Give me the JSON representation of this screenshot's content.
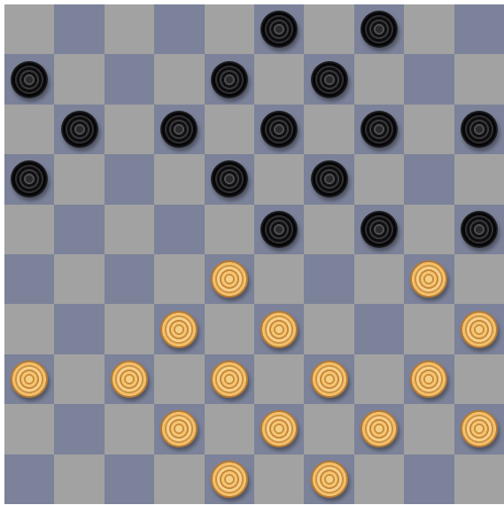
{
  "game": "draughts",
  "board": {
    "size": 10,
    "light_color": "#a2a2a2",
    "dark_color": "#7b8299"
  },
  "piece_colors": {
    "black": "#111113",
    "white": "#f4c573"
  },
  "pieces": [
    {
      "color": "black",
      "row": 0,
      "col": 5
    },
    {
      "color": "black",
      "row": 0,
      "col": 7
    },
    {
      "color": "black",
      "row": 1,
      "col": 0
    },
    {
      "color": "black",
      "row": 1,
      "col": 4
    },
    {
      "color": "black",
      "row": 1,
      "col": 6
    },
    {
      "color": "black",
      "row": 2,
      "col": 1
    },
    {
      "color": "black",
      "row": 2,
      "col": 3
    },
    {
      "color": "black",
      "row": 2,
      "col": 5
    },
    {
      "color": "black",
      "row": 2,
      "col": 7
    },
    {
      "color": "black",
      "row": 2,
      "col": 9
    },
    {
      "color": "black",
      "row": 3,
      "col": 0
    },
    {
      "color": "black",
      "row": 3,
      "col": 4
    },
    {
      "color": "black",
      "row": 3,
      "col": 6
    },
    {
      "color": "black",
      "row": 4,
      "col": 5
    },
    {
      "color": "black",
      "row": 4,
      "col": 7
    },
    {
      "color": "black",
      "row": 4,
      "col": 9
    },
    {
      "color": "white",
      "row": 5,
      "col": 4
    },
    {
      "color": "white",
      "row": 5,
      "col": 8
    },
    {
      "color": "white",
      "row": 6,
      "col": 3
    },
    {
      "color": "white",
      "row": 6,
      "col": 5
    },
    {
      "color": "white",
      "row": 6,
      "col": 9
    },
    {
      "color": "white",
      "row": 7,
      "col": 0
    },
    {
      "color": "white",
      "row": 7,
      "col": 2
    },
    {
      "color": "white",
      "row": 7,
      "col": 4
    },
    {
      "color": "white",
      "row": 7,
      "col": 6
    },
    {
      "color": "white",
      "row": 7,
      "col": 8
    },
    {
      "color": "white",
      "row": 8,
      "col": 3
    },
    {
      "color": "white",
      "row": 8,
      "col": 5
    },
    {
      "color": "white",
      "row": 8,
      "col": 7
    },
    {
      "color": "white",
      "row": 8,
      "col": 9
    },
    {
      "color": "white",
      "row": 9,
      "col": 4
    },
    {
      "color": "white",
      "row": 9,
      "col": 6
    }
  ]
}
